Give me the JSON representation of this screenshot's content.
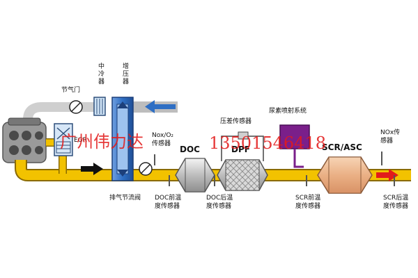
{
  "labels": {
    "throttle": "节气门",
    "intercooler": "中冷器",
    "turbo": "增压器",
    "egr_partial": "EGR",
    "exhaust_throttle": "排气节流阀",
    "nox_sensor_line1": "Nox/O₂",
    "nox_sensor_line2": "传感器",
    "doc": "DOC",
    "doc_front_line1": "DOC前温",
    "doc_front_line2": "度传感器",
    "dpf": "DPF",
    "doc_rear_line1": "DOC后温",
    "doc_rear_line2": "度传感器",
    "diff_pressure": "压差传感器",
    "urea": "尿素喷射系统",
    "scr_asc": "SCR/ASC",
    "scr_front_line1": "SCR前温",
    "scr_front_line2": "度传感器",
    "nox_rear_line1": "NOx传",
    "nox_rear_line2": "感器",
    "scr_rear_line1": "SCR后温",
    "scr_rear_line2": "度传感器"
  },
  "watermark": {
    "company": "广州伟力达",
    "phone": "13501546418"
  },
  "colors": {
    "exhaust_pipe": "#f2c200",
    "pipe_outline": "#8a6a00",
    "turbo_blue": "#2f6fc4",
    "urea_purple": "#7a1f8a",
    "watermark_red": "#e21b1b"
  },
  "icons": {
    "inlet_arrow": "arrow-left-icon",
    "flow_arrow": "arrow-right-icon",
    "outlet_arrow": "arrow-right-red-icon",
    "gauge": "gauge-icon"
  }
}
